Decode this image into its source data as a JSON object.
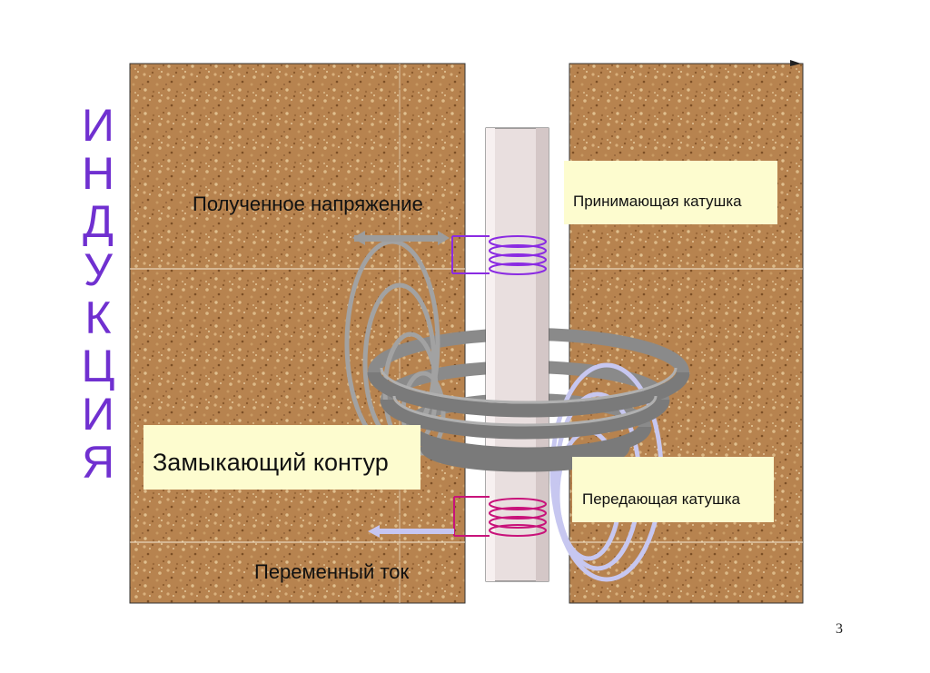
{
  "title_letters": [
    "И",
    "Н",
    "Д",
    "У",
    "К",
    "Ц",
    "И",
    "Я"
  ],
  "labels": {
    "received_voltage": "Полученное напряжение",
    "receiving_coil": "Принимающая катушка",
    "closing_loop": "Замыкающий контур",
    "transmitting_coil": "Передающая катушка",
    "alternating_current": "Переменный ток"
  },
  "page_number": "3",
  "colors": {
    "title": "#7030d0",
    "formation": "#b3804f",
    "pipe": "#e8dede",
    "receiver_coil": "#8a2be2",
    "transmitter_coil": "#c8137a",
    "label_box": "#fdfccf",
    "loop_ring": "#7a7a7a",
    "field_lines_left": "#a0a0a0",
    "field_lines_right": "#c4c4ee"
  }
}
